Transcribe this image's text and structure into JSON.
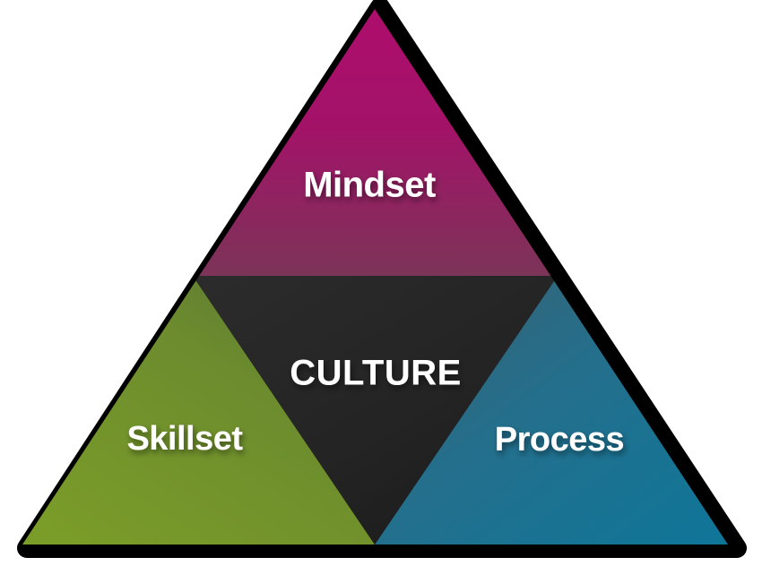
{
  "diagram": {
    "type": "pyramid",
    "shape": "triangle",
    "core_label": "CULTURE",
    "segments": [
      {
        "id": "mindset",
        "label": "Mindset",
        "position": "top",
        "color_start": "#A90F6B",
        "color_end": "#7A3457"
      },
      {
        "id": "skillset",
        "label": "Skillset",
        "position": "bottom-left",
        "color_start": "#7C9A2E",
        "color_end": "#5E7B33"
      },
      {
        "id": "process",
        "label": "Process",
        "position": "bottom-right",
        "color_start": "#3A5C6B",
        "color_end": "#11769B"
      },
      {
        "id": "culture",
        "label": "CULTURE",
        "position": "center",
        "color_start": "#2A2A2A",
        "color_end": "#1C1C1C"
      }
    ],
    "outline_color": "#000000",
    "label_color": "#FFFFFF",
    "background_color": "#FFFFFF"
  }
}
